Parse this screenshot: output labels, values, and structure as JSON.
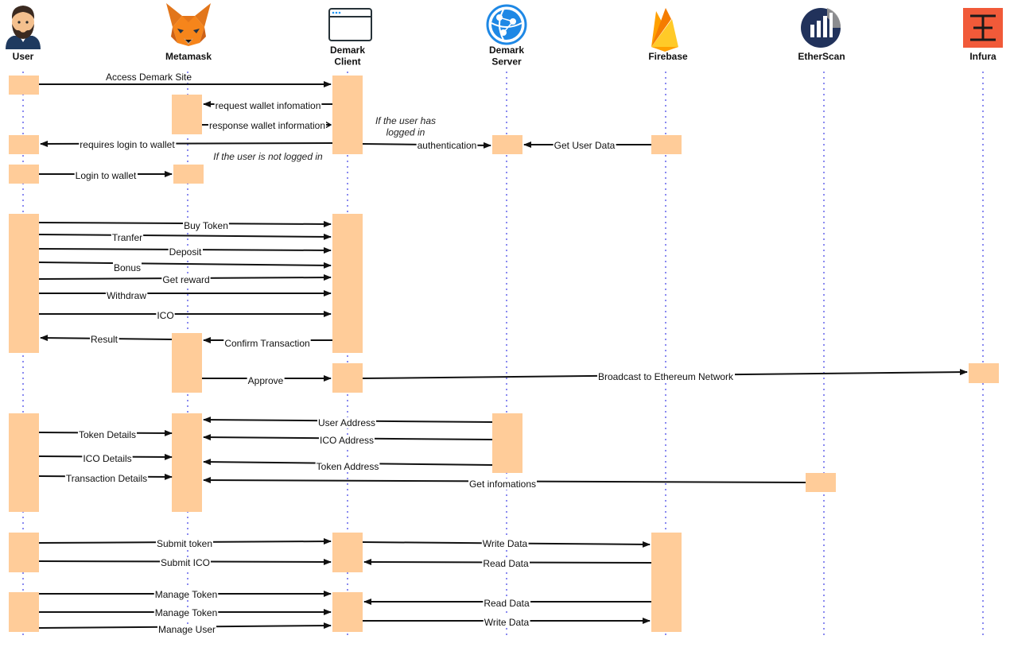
{
  "colors": {
    "activation": "#FFCC99",
    "lifeline": "#8A8AF0",
    "arrow": "#111111",
    "user_dark": "#1F3A5F",
    "user_skin": "#F4C08E",
    "fox_orange": "#E2761B",
    "firebase_yellow": "#FFCA28",
    "firebase_orange": "#F57C00",
    "azure_blue": "#1E88E5",
    "etherscan_blue": "#21325B",
    "infura_red": "#F15A39"
  },
  "participants": [
    {
      "id": "user",
      "name": "User",
      "icon": "user-avatar-icon"
    },
    {
      "id": "metamask",
      "name": "Metamask",
      "icon": "metamask-fox-icon"
    },
    {
      "id": "client",
      "name": "Demark\nClient",
      "icon": "browser-window-icon"
    },
    {
      "id": "server",
      "name": "Demark\nServer",
      "icon": "server-globe-icon"
    },
    {
      "id": "firebase",
      "name": "Firebase",
      "icon": "firebase-flame-icon"
    },
    {
      "id": "etherscan",
      "name": "EtherScan",
      "icon": "etherscan-chart-icon"
    },
    {
      "id": "infura",
      "name": "Infura",
      "icon": "infura-logo-icon"
    }
  ],
  "messages": [
    {
      "text": "Access Demark Site",
      "from": "user",
      "to": "client"
    },
    {
      "text": "request wallet infomation",
      "from": "client",
      "to": "metamask"
    },
    {
      "text": "response wallet  information",
      "from": "metamask",
      "to": "client"
    },
    {
      "text": "requires login to wallet",
      "from": "client",
      "to": "user"
    },
    {
      "text": "authentication",
      "from": "client",
      "to": "server"
    },
    {
      "text": "Get User Data",
      "from": "firebase",
      "to": "server"
    },
    {
      "text": "Login to wallet",
      "from": "user",
      "to": "metamask"
    },
    {
      "text": "Buy Token",
      "from": "user",
      "to": "client"
    },
    {
      "text": "Tranfer",
      "from": "user",
      "to": "client"
    },
    {
      "text": "Deposit",
      "from": "user",
      "to": "client"
    },
    {
      "text": "Bonus",
      "from": "user",
      "to": "client"
    },
    {
      "text": "Get reward",
      "from": "user",
      "to": "client"
    },
    {
      "text": "Withdraw",
      "from": "user",
      "to": "client"
    },
    {
      "text": "ICO",
      "from": "user",
      "to": "client"
    },
    {
      "text": "Result",
      "from": "metamask",
      "to": "user"
    },
    {
      "text": "Confirm Transaction",
      "from": "client",
      "to": "metamask"
    },
    {
      "text": "Approve",
      "from": "metamask",
      "to": "client"
    },
    {
      "text": "Broadcast to Ethereum Network",
      "from": "client",
      "to": "infura"
    },
    {
      "text": "User Address",
      "from": "server",
      "to": "metamask"
    },
    {
      "text": "ICO Address",
      "from": "server",
      "to": "metamask"
    },
    {
      "text": "Token Address",
      "from": "server",
      "to": "metamask"
    },
    {
      "text": "Get infomations",
      "from": "etherscan",
      "to": "metamask"
    },
    {
      "text": "Token Details",
      "from": "user",
      "to": "metamask"
    },
    {
      "text": "ICO Details",
      "from": "user",
      "to": "metamask"
    },
    {
      "text": "Transaction Details",
      "from": "user",
      "to": "metamask"
    },
    {
      "text": "Submit token",
      "from": "user",
      "to": "client"
    },
    {
      "text": "Submit ICO",
      "from": "user",
      "to": "client"
    },
    {
      "text": "Write Data",
      "from": "client",
      "to": "firebase"
    },
    {
      "text": "Read Data",
      "from": "firebase",
      "to": "client"
    },
    {
      "text": "Manage Token",
      "from": "user",
      "to": "client"
    },
    {
      "text": "Manage Token",
      "from": "user",
      "to": "client"
    },
    {
      "text": "Manage User",
      "from": "user",
      "to": "client"
    },
    {
      "text": "Read Data",
      "from": "firebase",
      "to": "client"
    },
    {
      "text": "Write Data",
      "from": "client",
      "to": "firebase"
    }
  ],
  "notes": [
    {
      "text": "If the user has\nlogged in"
    },
    {
      "text": "If the user is not logged in"
    }
  ]
}
